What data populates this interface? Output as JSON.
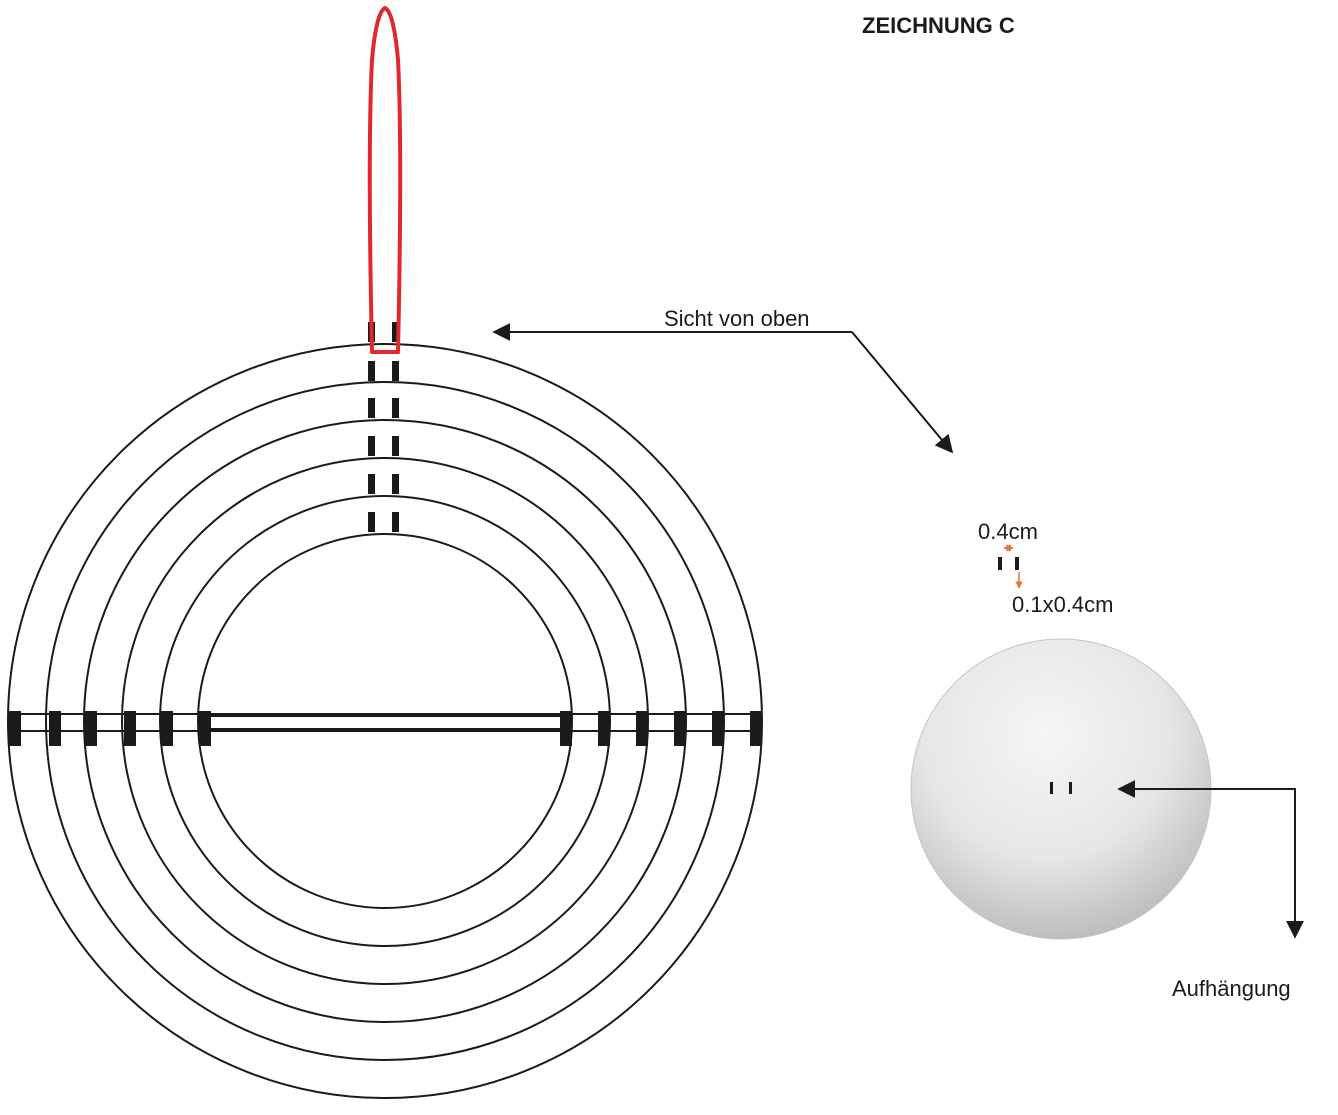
{
  "drawing": {
    "title": "ZEICHNUNG C",
    "view_label": "Sicht von oben",
    "gap_label": "0.4cm",
    "slot_size_label": "0.1x0.4cm",
    "hanging_label": "Aufhängung"
  },
  "rings": {
    "count": 6
  },
  "colors": {
    "line": "#1b1b1b",
    "hanger": "#e0282e",
    "dimension": "#e8703a",
    "ball_light": "#f4f4f4",
    "ball_dark": "#b6b6b6"
  }
}
